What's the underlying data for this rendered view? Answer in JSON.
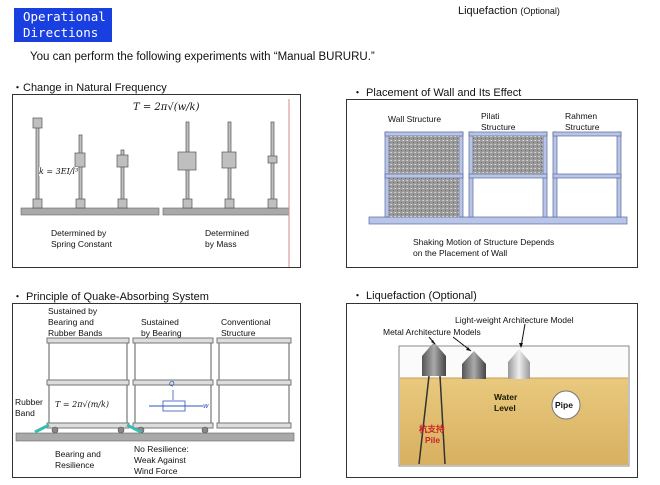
{
  "header": {
    "badge_line1": "Operational",
    "badge_line2": "Directions",
    "top_right_title": "Liquefaction",
    "top_right_optional": "(Optional)",
    "intro": "You can perform the following experiments with “Manual BURURU.”"
  },
  "sections": {
    "natural_frequency": {
      "title": "・Change in Natural Frequency",
      "formula_T": "T = 2π√(w/k)",
      "formula_k": "k = 3EI/l³",
      "label_left_1": "Determined by",
      "label_left_2": "Spring Constant",
      "label_right_1": "Determined",
      "label_right_2": "by Mass"
    },
    "wall": {
      "title": "・ Placement of Wall and Its Effect",
      "col1": "Wall Structure",
      "col2_1": "Pilati",
      "col2_2": "Structure",
      "col3_1": "Rahmen",
      "col3_2": "Structure",
      "caption_1": "Shaking Motion of Structure Depends",
      "caption_2": "on the Placement of Wall"
    },
    "quake": {
      "title": "・ Principle of Quake-Absorbing System",
      "col1_1": "Sustained by",
      "col1_2": "Bearing and",
      "col1_3": "Rubber Bands",
      "col2_1": "Sustained",
      "col2_2": "by Bearing",
      "col3_1": "Conventional",
      "col3_2": "Structure",
      "rubber_1": "Rubber",
      "rubber_2": "Band",
      "bearing_1": "Bearing and",
      "bearing_2": "Resilience",
      "nores_1": "No Resilience:",
      "nores_2": "Weak Against",
      "nores_3": "Wind Force",
      "formula": "T = 2π√(m/k)",
      "q_label": "Q",
      "w_label": "w"
    },
    "liquefaction": {
      "title": "・ Liquefaction",
      "title_optional": "(Optional)",
      "light_model": "Light-weight Architecture Model",
      "metal_models": "Metal Architecture Models",
      "water_1": "Water",
      "water_2": "Level",
      "pipe": "Pipe",
      "pile_jp": "杭支持",
      "pile": "Pile"
    }
  },
  "colors": {
    "badge_blue": "#1a3fe0",
    "frame_blue": "#b8c4e8",
    "sand": "#e2c174",
    "water_label": "#1a1a00",
    "pile_red": "#cc2222",
    "rubber_teal": "#3cbcb0"
  }
}
